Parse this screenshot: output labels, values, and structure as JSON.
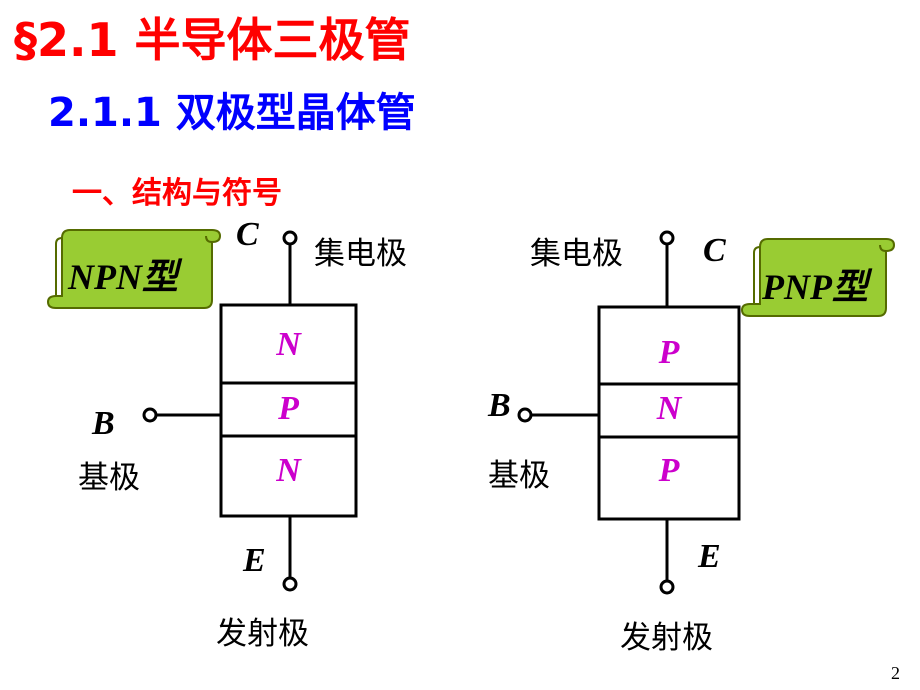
{
  "title": "§2.1  半导体三极管",
  "subtitle": "2.1.1  双极型晶体管",
  "section": "一、结构与符号",
  "npn": {
    "type_label": "NPN型",
    "collector_letter": "C",
    "collector_name": "集电极",
    "base_letter": "B",
    "base_name": "基极",
    "emitter_letter": "E",
    "emitter_name": "发射极",
    "layers": [
      "N",
      "P",
      "N"
    ]
  },
  "pnp": {
    "type_label": "PNP型",
    "collector_letter": "C",
    "collector_name": "集电极",
    "base_letter": "B",
    "base_name": "基极",
    "emitter_letter": "E",
    "emitter_name": "发射极",
    "layers": [
      "P",
      "N",
      "P"
    ]
  },
  "page_number": "2",
  "colors": {
    "title": "#ff0000",
    "subtitle": "#0000ff",
    "layer_text": "#cc00cc",
    "scroll_fill": "#99cc33"
  }
}
